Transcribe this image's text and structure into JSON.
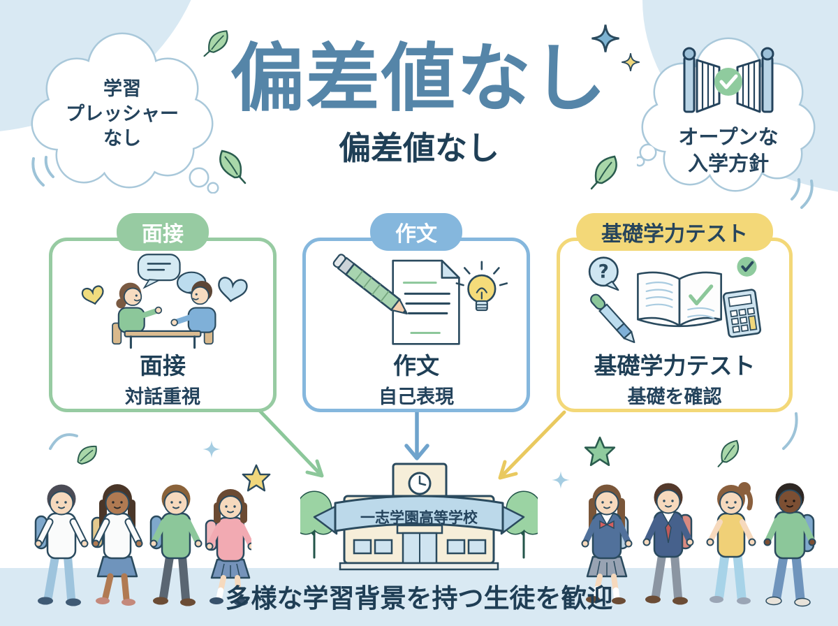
{
  "infographic": {
    "main_title": "偏差値なし",
    "subtitle": "偏差値なし",
    "left_bubble": {
      "line1": "学習",
      "line2": "プレッシャー",
      "line3": "なし"
    },
    "right_bubble": {
      "line1": "オープンな",
      "line2": "入学方針",
      "icon": "open-gate-check-icon"
    },
    "cards": [
      {
        "header": "面接",
        "title": "面接",
        "subtitle": "対話重視",
        "accent_color": "#97cba2",
        "header_text_color": "#ffffff",
        "icon": "interview-dialogue-icon"
      },
      {
        "header": "作文",
        "title": "作文",
        "subtitle": "自己表現",
        "accent_color": "#85b7dd",
        "header_text_color": "#ffffff",
        "icon": "essay-pencil-document-icon"
      },
      {
        "header": "基礎学力テスト",
        "title": "基礎学力テスト",
        "subtitle": "基礎を確認",
        "accent_color": "#f3d878",
        "header_text_color": "#27455c",
        "icon": "book-pen-calculator-icon"
      }
    ],
    "school_banner": "一志学園高等学校",
    "footer_message": "多様な学習背景を持つ生徒を歓迎",
    "colors": {
      "title_blue": "#5585a8",
      "dark_navy": "#24435c",
      "background_blue": "#d9e9f3",
      "cloud_border": "#a9c8da",
      "arrow_green": "#8cc79a",
      "arrow_blue": "#6fa3cc",
      "arrow_yellow": "#e9c95f"
    }
  }
}
